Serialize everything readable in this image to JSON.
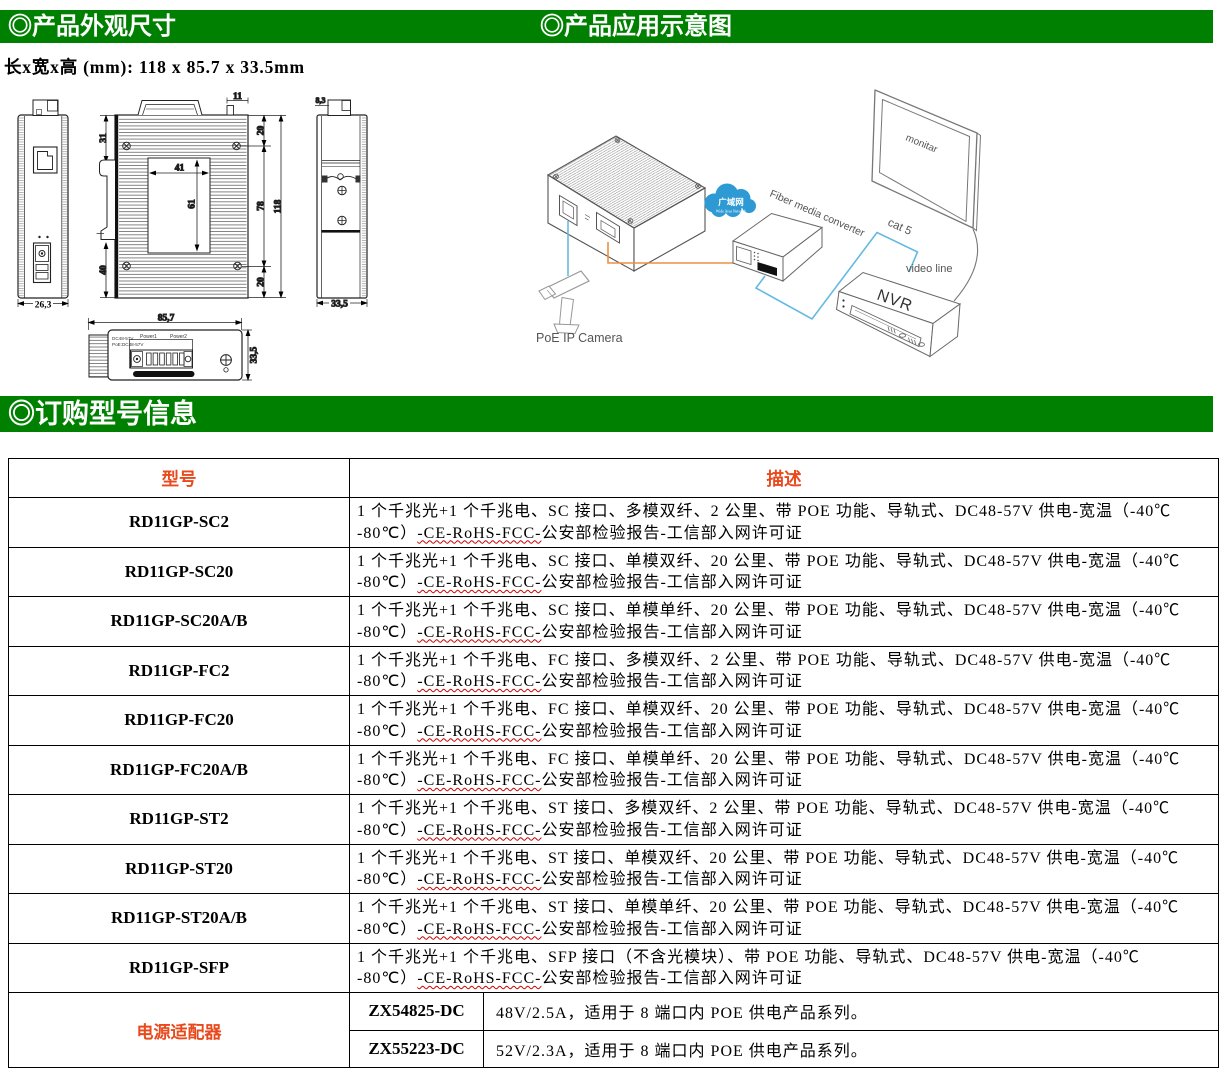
{
  "page": {
    "section1_title": "◎产品外观尺寸",
    "section2_title": "◎产品应用示意图",
    "section3_title": "◎订购型号信息",
    "dimensions_line": "长x宽x高 (mm): 118 x 85.7 x 33.5mm",
    "accent_green": "#008000",
    "accent_red": "#e8491d"
  },
  "drawing": {
    "front_view": {
      "bottom_dim": "26,3"
    },
    "top_view": {
      "left_dim_top": "31",
      "left_dim_bottom": "40",
      "label_width": "41",
      "label_height": "61",
      "right_top": "20",
      "right_mid": "78",
      "right_bottom": "20",
      "right_total": "118",
      "tab_dim": "11",
      "bottom_dim": "85,7"
    },
    "side_view": {
      "top_dim": "8,3",
      "bottom_dim": "33,5"
    },
    "bottom_view": {
      "supply_line1": "DC48-57V",
      "supply_line2": "PoE:DC48-57V",
      "power1": "Power1",
      "power2": "Power2",
      "height_dim": "33,5"
    }
  },
  "diagram": {
    "cloud_label": "广域网",
    "cloud_sub": "Wide Area Network",
    "converter_label": "Fiber media converter",
    "monitor_label": "monitar",
    "cat5_label": "cat 5",
    "video_label": "video line",
    "nvr_label": "NVR",
    "camera_label": "PoE IP Camera"
  },
  "table": {
    "headers": {
      "model": "型号",
      "desc": "描述"
    },
    "rows": [
      {
        "model": "RD11GP-SC2",
        "l1": "1 个千兆光+1 个千兆电、SC 接口、多模双纤、2 公里、带 POE 功能、导轨式、DC48-57V 供电-宽温（-40℃",
        "pre": "-80℃）",
        "wavy": "-CE-RoHS-FCC-",
        "post": "公安部检验报告-工信部入网许可证"
      },
      {
        "model": "RD11GP-SC20",
        "l1": "1 个千兆光+1 个千兆电、SC 接口、单模双纤、20 公里、带 POE 功能、导轨式、DC48-57V 供电-宽温（-40℃",
        "pre": "-80℃）",
        "wavy": "-CE-RoHS-FCC-",
        "post": "公安部检验报告-工信部入网许可证"
      },
      {
        "model": "RD11GP-SC20A/B",
        "l1": "1 个千兆光+1 个千兆电、SC 接口、单模单纤、20 公里、带 POE 功能、导轨式、DC48-57V 供电-宽温（-40℃",
        "pre": "-80℃）",
        "wavy": "-CE-RoHS-FCC-",
        "post": "公安部检验报告-工信部入网许可证"
      },
      {
        "model": "RD11GP-FC2",
        "l1": "1 个千兆光+1 个千兆电、FC 接口、多模双纤、2 公里、带 POE 功能、导轨式、DC48-57V 供电-宽温（-40℃",
        "pre": "-80℃）",
        "wavy": "-CE-RoHS-FCC-",
        "post": "公安部检验报告-工信部入网许可证"
      },
      {
        "model": "RD11GP-FC20",
        "l1": "1 个千兆光+1 个千兆电、FC 接口、单模双纤、20 公里、带 POE 功能、导轨式、DC48-57V 供电-宽温（-40℃",
        "pre": "-80℃）",
        "wavy": "-CE-RoHS-FCC-",
        "post": "公安部检验报告-工信部入网许可证"
      },
      {
        "model": "RD11GP-FC20A/B",
        "l1": "1 个千兆光+1 个千兆电、FC 接口、单模单纤、20 公里、带 POE 功能、导轨式、DC48-57V 供电-宽温（-40℃",
        "pre": "-80℃）",
        "wavy": "-CE-RoHS-FCC-",
        "post": "公安部检验报告-工信部入网许可证"
      },
      {
        "model": "RD11GP-ST2",
        "l1": "1 个千兆光+1 个千兆电、ST 接口、多模双纤、2 公里、带 POE 功能、导轨式、DC48-57V 供电-宽温（-40℃",
        "pre": "-80℃）",
        "wavy": "-CE-RoHS-FCC-",
        "post": "公安部检验报告-工信部入网许可证"
      },
      {
        "model": "RD11GP-ST20",
        "l1": "1 个千兆光+1 个千兆电、ST 接口、单模双纤、20 公里、带 POE 功能、导轨式、DC48-57V 供电-宽温（-40℃",
        "pre": "-80℃）",
        "wavy": "-CE-RoHS-FCC-",
        "post": "公安部检验报告-工信部入网许可证"
      },
      {
        "model": "RD11GP-ST20A/B",
        "l1": "1 个千兆光+1 个千兆电、ST 接口、单模单纤、20 公里、带 POE 功能、导轨式、DC48-57V 供电-宽温（-40℃",
        "pre": "-80℃）",
        "wavy": "-CE-RoHS-FCC-",
        "post": "公安部检验报告-工信部入网许可证"
      },
      {
        "model": "RD11GP-SFP",
        "l1": "1 个千兆光+1 个千兆电、SFP 接口（不含光模块）、带 POE 功能、导轨式、DC48-57V 供电-宽温（-40℃",
        "pre": "-80℃）",
        "wavy": "-CE-RoHS-FCC-",
        "post": "公安部检验报告-工信部入网许可证"
      }
    ],
    "power": {
      "label": "电源适配器",
      "items": [
        {
          "model": "ZX54825-DC",
          "desc": "48V/2.5A，适用于 8 端口内 POE 供电产品系列。"
        },
        {
          "model": "ZX55223-DC",
          "desc": "52V/2.3A，适用于 8 端口内 POE 供电产品系列。"
        }
      ]
    }
  }
}
